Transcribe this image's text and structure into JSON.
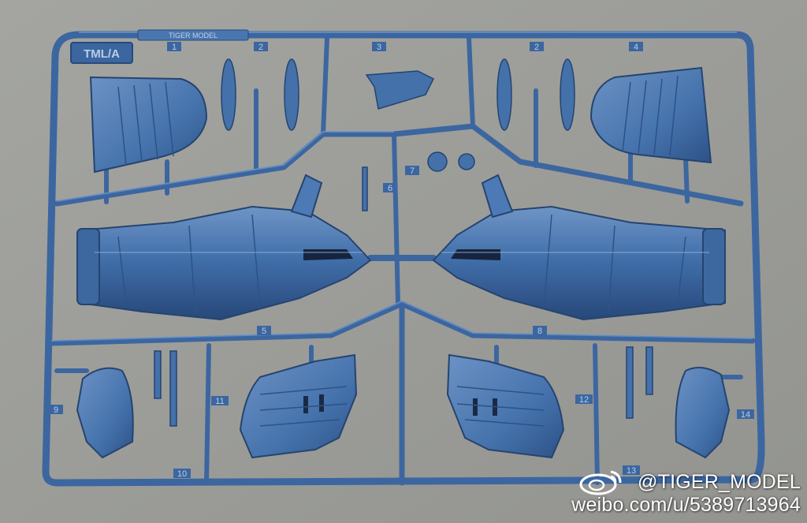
{
  "sprue": {
    "code_label": "TML/A",
    "maker_strip": "TIGER MODEL",
    "part_numbers": [
      "1",
      "2",
      "3",
      "2",
      "4",
      "5",
      "6",
      "7",
      "8",
      "9",
      "10",
      "11",
      "12",
      "13",
      "14"
    ]
  },
  "watermark": {
    "handle": "@TIGER_MODEL",
    "url": "weibo.com/u/5389713964"
  },
  "colors": {
    "background": "#9d9e9a",
    "plastic": "#3f6aa3",
    "plastic_dark": "#2a4d7e",
    "plastic_light": "#6f95c6"
  }
}
